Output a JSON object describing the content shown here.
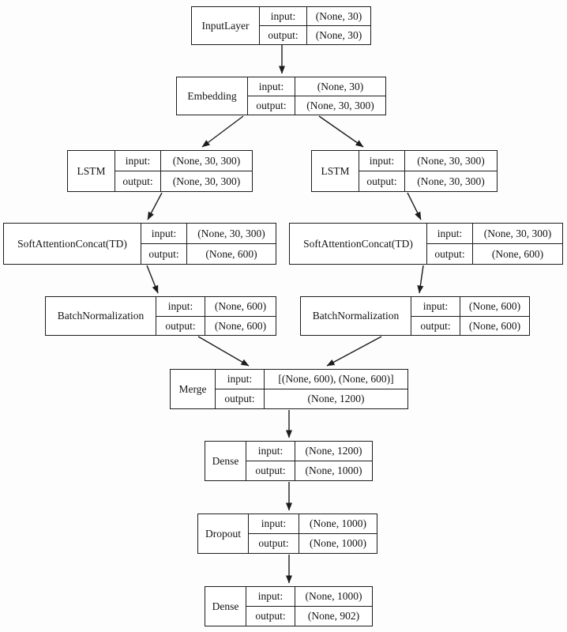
{
  "diagram_title": "Keras model architecture graph",
  "labels": {
    "input": "input:",
    "output": "output:"
  },
  "nodes": [
    {
      "id": "input_layer",
      "name": "InputLayer",
      "input": "(None, 30)",
      "output": "(None, 30)"
    },
    {
      "id": "embedding",
      "name": "Embedding",
      "input": "(None, 30)",
      "output": "(None, 30, 300)"
    },
    {
      "id": "lstm_l",
      "name": "LSTM",
      "input": "(None, 30, 300)",
      "output": "(None, 30, 300)"
    },
    {
      "id": "lstm_r",
      "name": "LSTM",
      "input": "(None, 30, 300)",
      "output": "(None, 30, 300)"
    },
    {
      "id": "sac_l",
      "name": "SoftAttentionConcat(TD)",
      "input": "(None, 30, 300)",
      "output": "(None, 600)"
    },
    {
      "id": "sac_r",
      "name": "SoftAttentionConcat(TD)",
      "input": "(None, 30, 300)",
      "output": "(None, 600)"
    },
    {
      "id": "bn_l",
      "name": "BatchNormalization",
      "input": "(None, 600)",
      "output": "(None, 600)"
    },
    {
      "id": "bn_r",
      "name": "BatchNormalization",
      "input": "(None, 600)",
      "output": "(None, 600)"
    },
    {
      "id": "merge",
      "name": "Merge",
      "input": "[(None, 600), (None, 600)]",
      "output": "(None, 1200)"
    },
    {
      "id": "dense_1",
      "name": "Dense",
      "input": "(None, 1200)",
      "output": "(None, 1000)"
    },
    {
      "id": "dropout",
      "name": "Dropout",
      "input": "(None, 1000)",
      "output": "(None, 1000)"
    },
    {
      "id": "dense_2",
      "name": "Dense",
      "input": "(None, 1000)",
      "output": "(None, 902)"
    }
  ],
  "edges": [
    {
      "from": "input_layer",
      "to": "embedding"
    },
    {
      "from": "embedding",
      "to": "lstm_l"
    },
    {
      "from": "embedding",
      "to": "lstm_r"
    },
    {
      "from": "lstm_l",
      "to": "sac_l"
    },
    {
      "from": "lstm_r",
      "to": "sac_r"
    },
    {
      "from": "sac_l",
      "to": "bn_l"
    },
    {
      "from": "sac_r",
      "to": "bn_r"
    },
    {
      "from": "bn_l",
      "to": "merge"
    },
    {
      "from": "bn_r",
      "to": "merge"
    },
    {
      "from": "merge",
      "to": "dense_1"
    },
    {
      "from": "dense_1",
      "to": "dropout"
    },
    {
      "from": "dropout",
      "to": "dense_2"
    }
  ],
  "colors": {
    "line": "#1c1c1c",
    "node_bg": "#ffffff",
    "page_bg": "#fdfdfd"
  }
}
